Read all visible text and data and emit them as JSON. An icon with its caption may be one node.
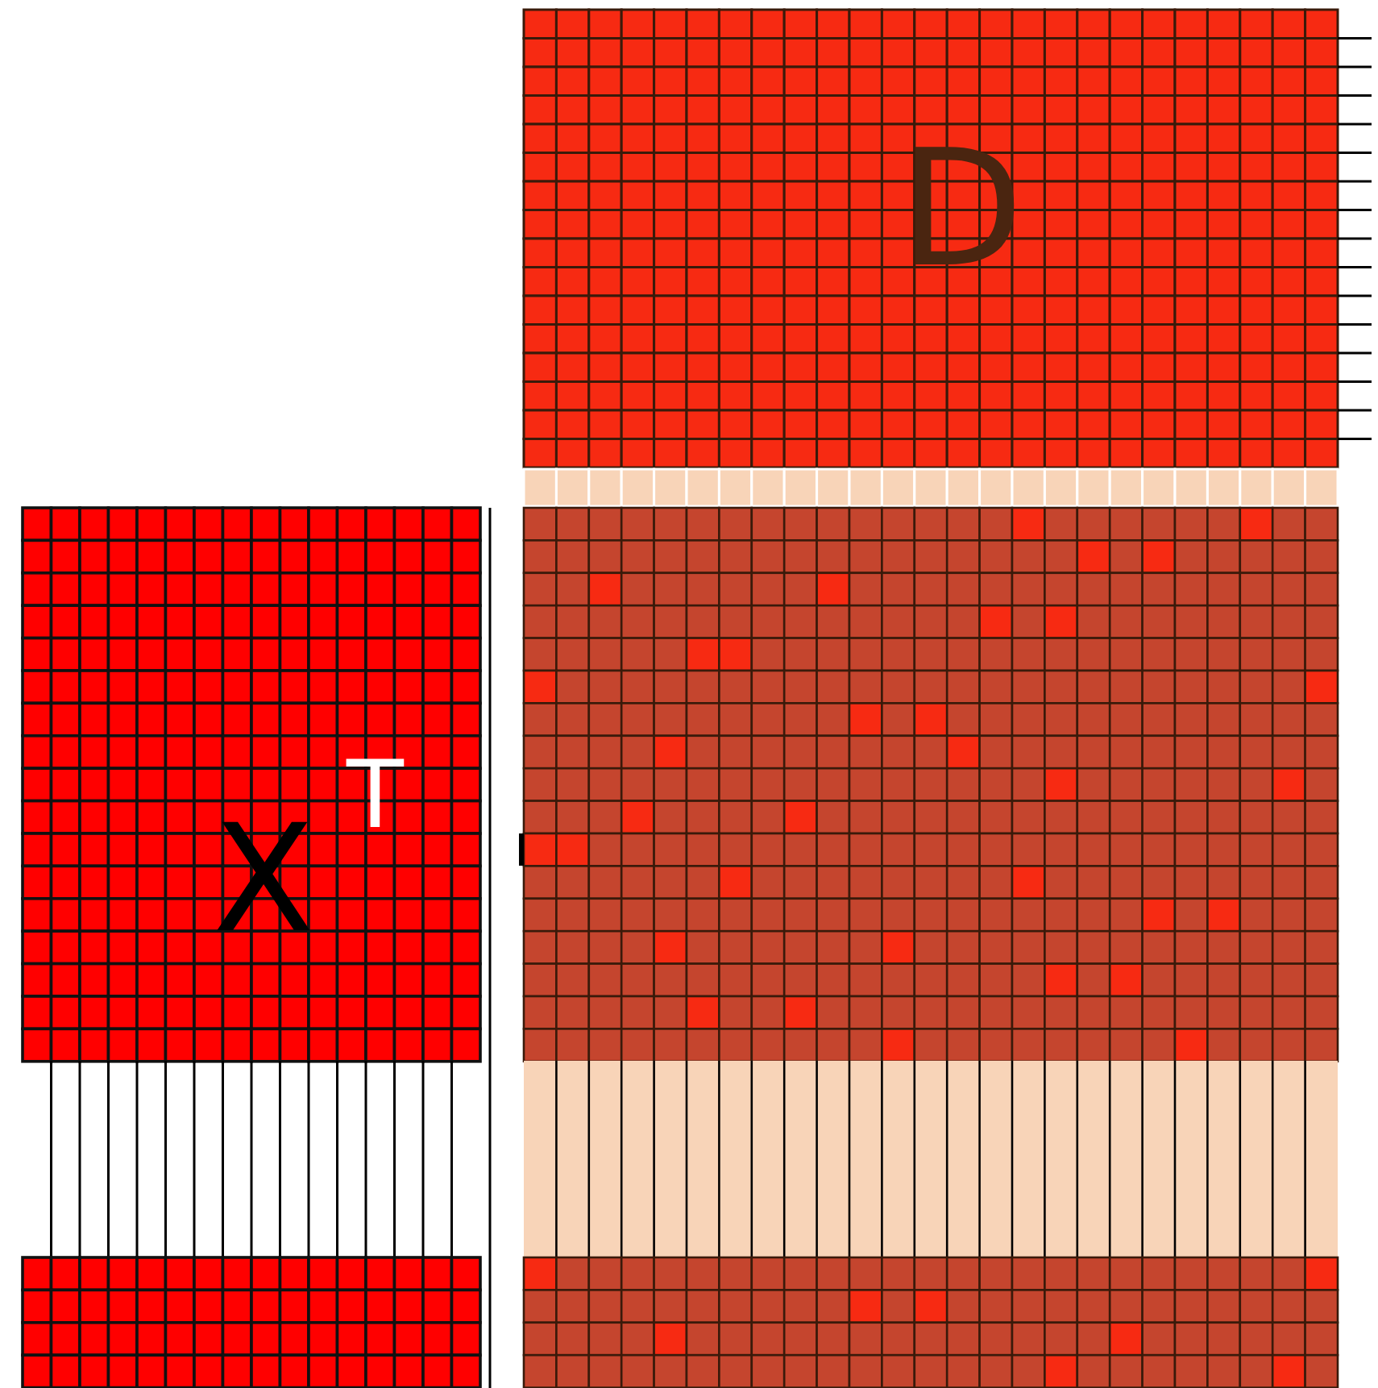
{
  "diagram": {
    "labels": [
      "D",
      "X",
      "T"
    ]
  }
}
